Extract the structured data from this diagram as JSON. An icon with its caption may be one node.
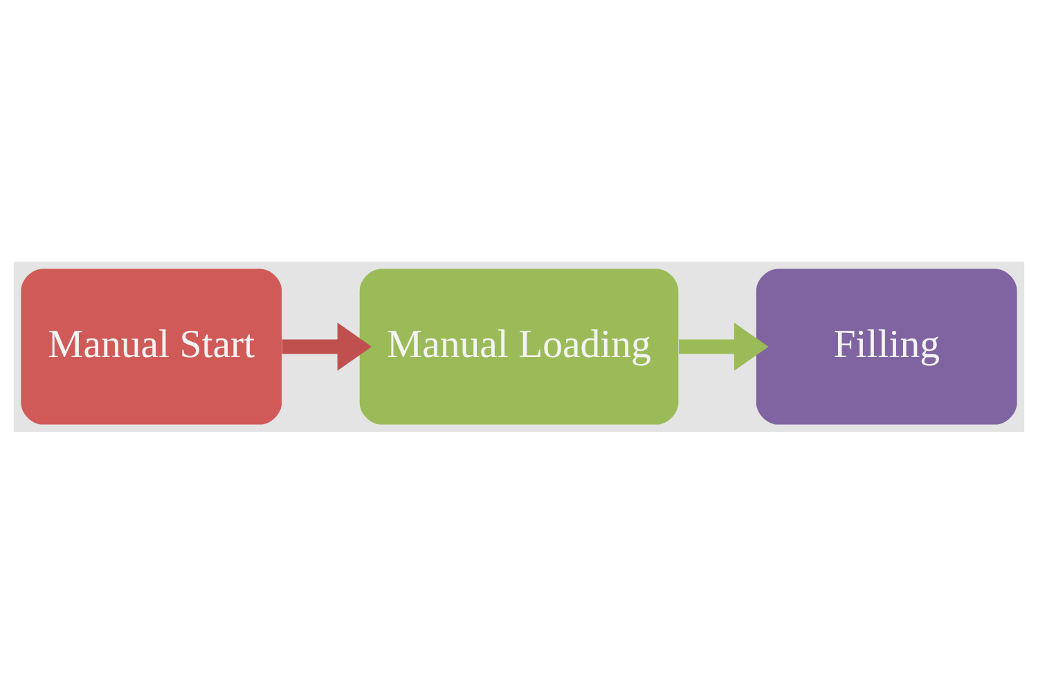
{
  "diagram": {
    "nodes": [
      {
        "text": [
          "Manual Start"
        ]
      },
      {
        "text": [
          "Manual Loading"
        ]
      },
      {
        "text": [
          "Filling"
        ]
      }
    ],
    "edges": [
      {
        "from": 0,
        "to": 1,
        "arrow": "to",
        "color": "#c0504d"
      },
      {
        "from": 1,
        "to": 2,
        "arrow": "to",
        "color": "#9bbb59"
      }
    ]
  }
}
